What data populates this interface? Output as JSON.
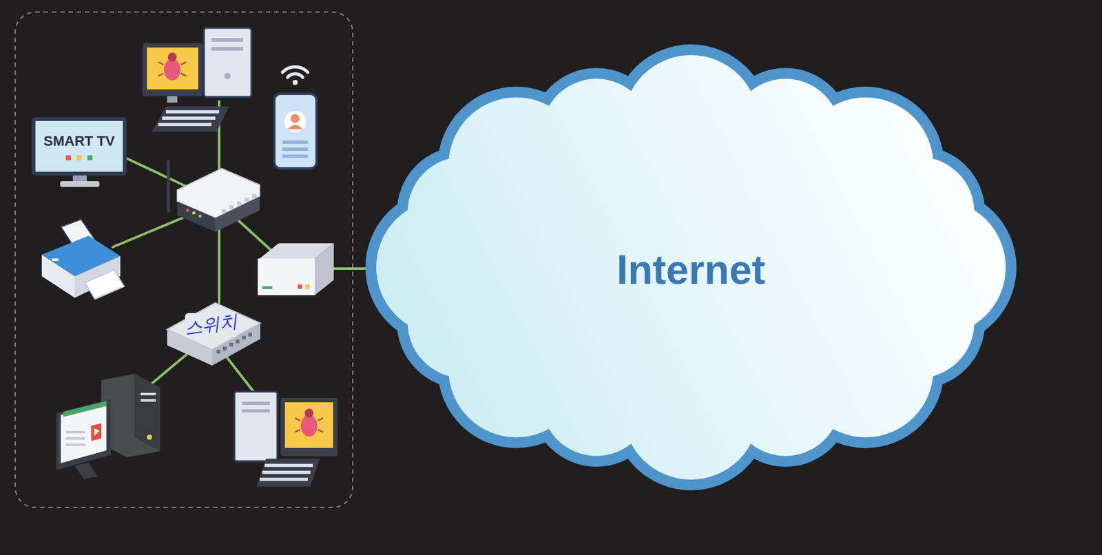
{
  "diagram": {
    "nodes": [
      {
        "text": [
          "SMART TV"
        ]
      },
      {
        "text": [
          "Internet"
        ]
      }
    ],
    "labels": [
      "스위치"
    ]
  }
}
